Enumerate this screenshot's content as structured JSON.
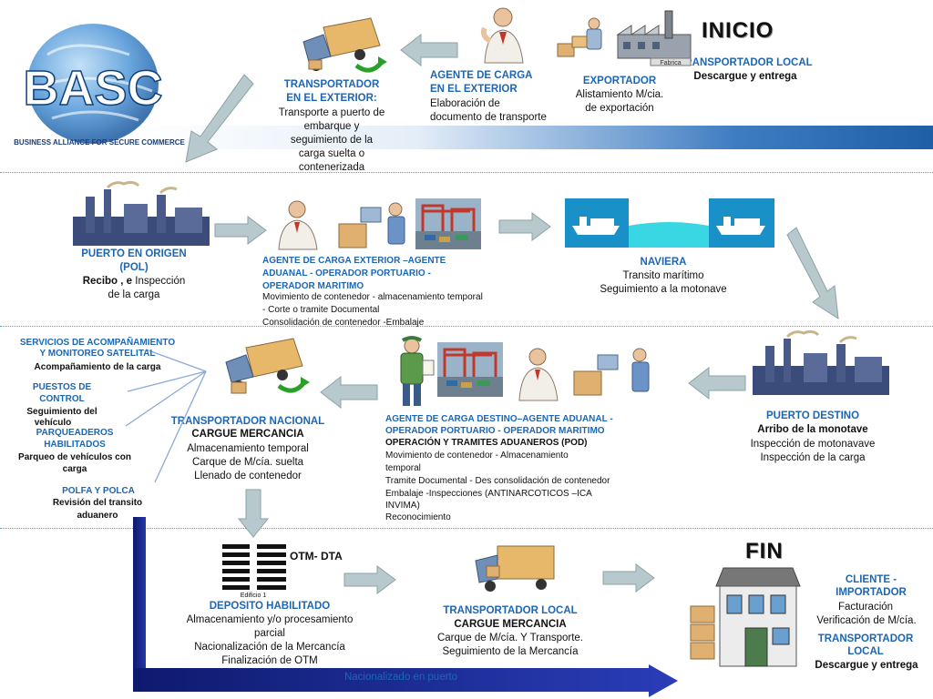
{
  "logo": {
    "text": "BASC",
    "tagline": "BUSINESS ALLIANCE FOR SECURE COMMERCE"
  },
  "inicio": "INICIO",
  "fin": "FIN",
  "fabrica_label": "Fabrica",
  "edificio_label": "Edificio 1",
  "steps": {
    "transportador_local_inicio": {
      "title": "TRANSPORTADOR  LOCAL",
      "sub": "Descargue y entrega"
    },
    "exportador": {
      "title": "EXPORTADOR",
      "lines": [
        "Alistamiento  M/cia.",
        "de exportación"
      ]
    },
    "agente_carga_exterior": {
      "title": [
        "AGENTE DE CARGA",
        "EN EL EXTERIOR"
      ],
      "lines": [
        "Elaboración de",
        "documento de transporte"
      ]
    },
    "transportador_exterior": {
      "title": [
        "TRANSPORTADOR",
        "EN EL EXTERIOR:"
      ],
      "lines": [
        "Transporte a puerto de",
        "embarque  y",
        "seguimiento de la",
        "carga suelta o",
        "contenerizada"
      ]
    },
    "puerto_origen": {
      "title": [
        "PUERTO EN ORIGEN",
        "(POL)"
      ],
      "bold_line": "Recibo , e",
      "line_rest": " Inspección",
      "line2": "de la carga"
    },
    "agente_carga_exterior_aduanal": {
      "title": [
        "AGENTE DE CARGA EXTERIOR –AGENTE",
        "ADUANAL  - OPERADOR PORTUARIO -",
        "OPERADOR MARITIMO"
      ],
      "lines": [
        "Movimiento de contenedor - almacenamiento temporal",
        "- Corte o tramite Documental",
        "Consolidación de contenedor -Embalaje"
      ]
    },
    "naviera": {
      "title": "NAVIERA",
      "lines": [
        "Transito marítimo",
        "Seguimiento a la motonave"
      ]
    },
    "puerto_destino": {
      "title": "PUERTO DESTINO",
      "bold_line": "Arribo  de la monotave",
      "lines": [
        "Inspección  de motonavave",
        "Inspección de la carga"
      ]
    },
    "agente_carga_destino": {
      "title": [
        "AGENTE DE CARGA DESTINO–AGENTE ADUANAL  -",
        "OPERADOR PORTUARIO    -  OPERADOR MARITIMO"
      ],
      "bold_line": "OPERACIÓN Y TRAMITES ADUANEROS (POD)",
      "lines": [
        "Movimiento de contenedor   -    Almacenamiento",
        "temporal",
        "Tramite Documental  -  Des consolidación de contenedor",
        "Embalaje  -Inspecciones (ANTINARCOTICOS –ICA",
        "INVIMA)",
        "Reconocimiento"
      ]
    },
    "transportador_nacional": {
      "title": "TRANSPORTADOR  NACIONAL",
      "bold_line": "CARGUE MERCANCIA",
      "lines": [
        "Almacenamiento temporal",
        "Carque de M/cía. suelta",
        "Llenado de contenedor"
      ]
    },
    "servicios": [
      {
        "title": [
          "SERVICIOS DE ACOMPAÑAMIENTO",
          "Y MONITOREO SATELITAL"
        ],
        "sub": [
          "Acompañamiento de la carga"
        ]
      },
      {
        "title": [
          "PUESTOS DE",
          "CONTROL"
        ],
        "sub": [
          "Seguimiento del",
          "vehículo"
        ]
      },
      {
        "title": [
          "PARQUEADEROS",
          "HABILITADOS"
        ],
        "sub": [
          "Parqueo de vehículos con",
          "carga"
        ]
      },
      {
        "title": [
          "POLFA Y POLCA"
        ],
        "sub": [
          "Revisión del transito",
          "aduanero"
        ]
      }
    ],
    "deposito": {
      "badge": "OTM- DTA",
      "title": "DEPOSITO HABILITADO",
      "lines": [
        "Almacenamiento y/o procesamiento",
        "parcial",
        "Nacionalización de la Mercancía",
        "Finalización de OTM"
      ]
    },
    "transportador_local_fin": {
      "title": "TRANSPORTADOR  LOCAL",
      "bold_line": "CARGUE MERCANCIA",
      "lines": [
        "Carque de M/cía.  Y Transporte.",
        "Seguimiento de la Mercancía"
      ]
    },
    "cliente": {
      "title": [
        "CLIENTE -",
        "IMPORTADOR"
      ],
      "lines": [
        "Facturación",
        "Verificación de M/cía."
      ],
      "title2": [
        "TRANSPORTADOR",
        "LOCAL"
      ],
      "bold_line": "Descargue y entrega"
    }
  },
  "bottom_arrow_label": "Nacionalizado en puerto",
  "colors": {
    "blue_text": "#1d66b4",
    "navy_arrow": "#14238f",
    "band": "#1f5fa6",
    "arrow_grey": "#b7c9cc"
  }
}
